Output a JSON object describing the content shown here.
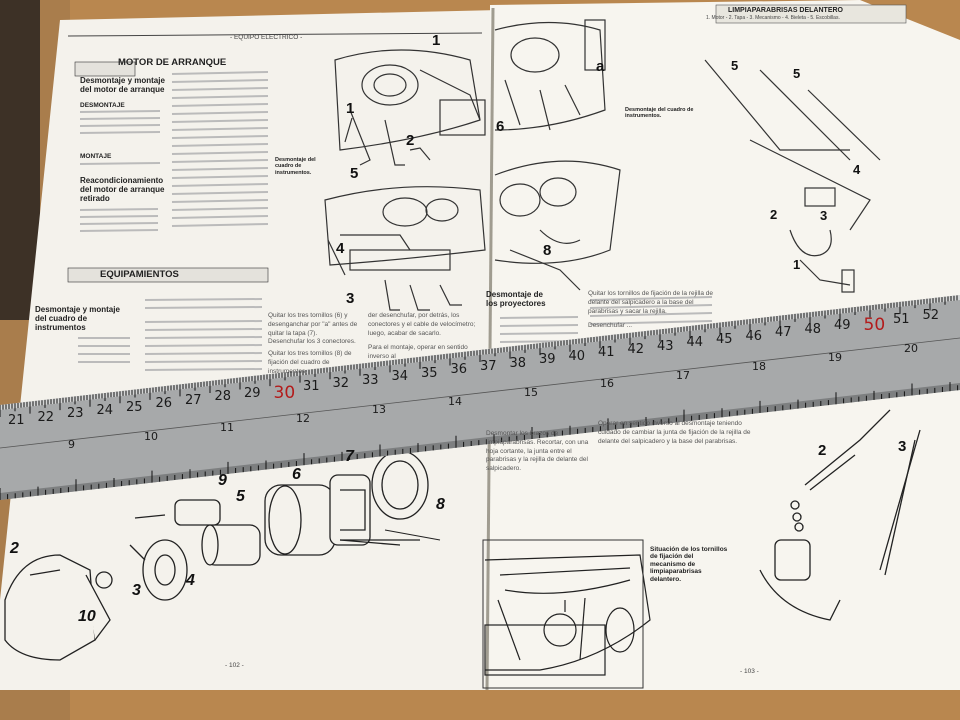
{
  "left_page": {
    "header": "- EQUIPO ELECTRICO -",
    "page_number": "- 102 -",
    "section1_title": "MOTOR DE ARRANQUE",
    "s1_heading": "Desmontaje y montaje del motor de arranque",
    "s1_sub1": "DESMONTAJE",
    "s1_sub2": "MONTAJE",
    "s1_heading2": "Reacondicionamiento del motor de arranque retirado",
    "section2_title": "EQUIPAMIENTOS",
    "s2_heading": "Desmontaje y montaje del cuadro de instrumentos",
    "caption_cuadro": "Desmontaje del cuadro de instrumentos.",
    "bullets_mid": [
      "Quitar los tres tornillos (6) y desenganchar por \"a\" antes de quitar la tapa (7).",
      "Desenchufar los 3 conectores.",
      "Quitar los tres tornillos (8) de fijación del cuadro de instrumentos."
    ],
    "text_right": "der desenchufar, por detrás, los conectores y el cable de velocímetro; luego, acabar de sacarlo.",
    "text_right2": "Para el montaje, operar en sentido inverso al",
    "diagram_labels": [
      "1",
      "1",
      "2",
      "5",
      "4",
      "3",
      "9",
      "5",
      "6",
      "7",
      "8",
      "2",
      "3",
      "4",
      "10"
    ]
  },
  "right_page": {
    "page_number": "- 103 -",
    "header_title": "LIMPIAPARABRISAS DELANTERO",
    "header_legend": "1. Motor - 2. Tapa - 3. Mecanismo - 4. Bieleta - 5. Escobillas.",
    "caption_cuadro": "Desmontaje del cuadro de instrumentos.",
    "section_title": "Desmontaje de los proyectores",
    "bullet1": "Quitar los tornillos de fijación de la rejilla de delante del salpicadero a la base del parabrisas y sacar la rejilla.",
    "bullet2": "Desenchufar ...",
    "text_operar": "Operar en sentido inverso al desmontaje teniendo cuidado de cambiar la junta de fijación de la rejilla de delante del salpicadero y la base del parabrisas.",
    "text_left_col": "Desmontar los brazos de limpiaparabrisas. Recortar, con una hoja cortante, la junta entre el parabrisas y la rejilla de delante del salpicadero.",
    "caption_situacion": "Situación de los tornillos de fijación del mecanismo de limpiaparabrisas delantero.",
    "diagram_labels": [
      "a",
      "6",
      "8",
      "5",
      "5",
      "4",
      "2",
      "3",
      "1",
      "2",
      "3"
    ]
  },
  "ruler": {
    "upper_cm": [
      "21",
      "22",
      "23",
      "24",
      "25",
      "26",
      "27",
      "28",
      "29",
      "30",
      "31",
      "32",
      "33",
      "34",
      "35",
      "36",
      "37",
      "38",
      "39",
      "40",
      "41",
      "42",
      "43",
      "44",
      "45",
      "46",
      "47",
      "48",
      "49",
      "50",
      "51",
      "52"
    ],
    "lower_in": [
      "9",
      "10",
      "11",
      "12",
      "13",
      "14",
      "15",
      "16",
      "17",
      "18",
      "19",
      "20"
    ],
    "highlight": "30",
    "highlight2": "50"
  },
  "colors": {
    "table": "#b9874f",
    "paper": "#f4f2ec",
    "ruler_steel": "#a9abac",
    "ruler_red": "#b31b1b"
  }
}
